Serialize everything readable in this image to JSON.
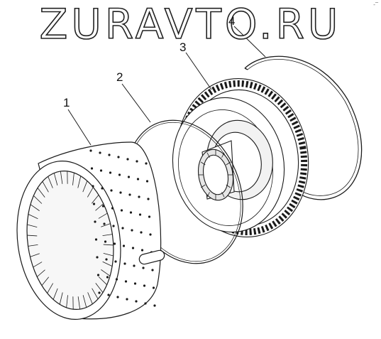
{
  "watermark": "ZURAVTO.RU",
  "corner_mark": "‐‾",
  "callouts": [
    {
      "id": "1",
      "label": "1"
    },
    {
      "id": "2",
      "label": "2"
    },
    {
      "id": "3",
      "label": "3"
    },
    {
      "id": "4",
      "label": "4"
    }
  ],
  "colors": {
    "line": "#1a1a1a",
    "shade": "#cfcfcf",
    "dark": "#555555"
  }
}
